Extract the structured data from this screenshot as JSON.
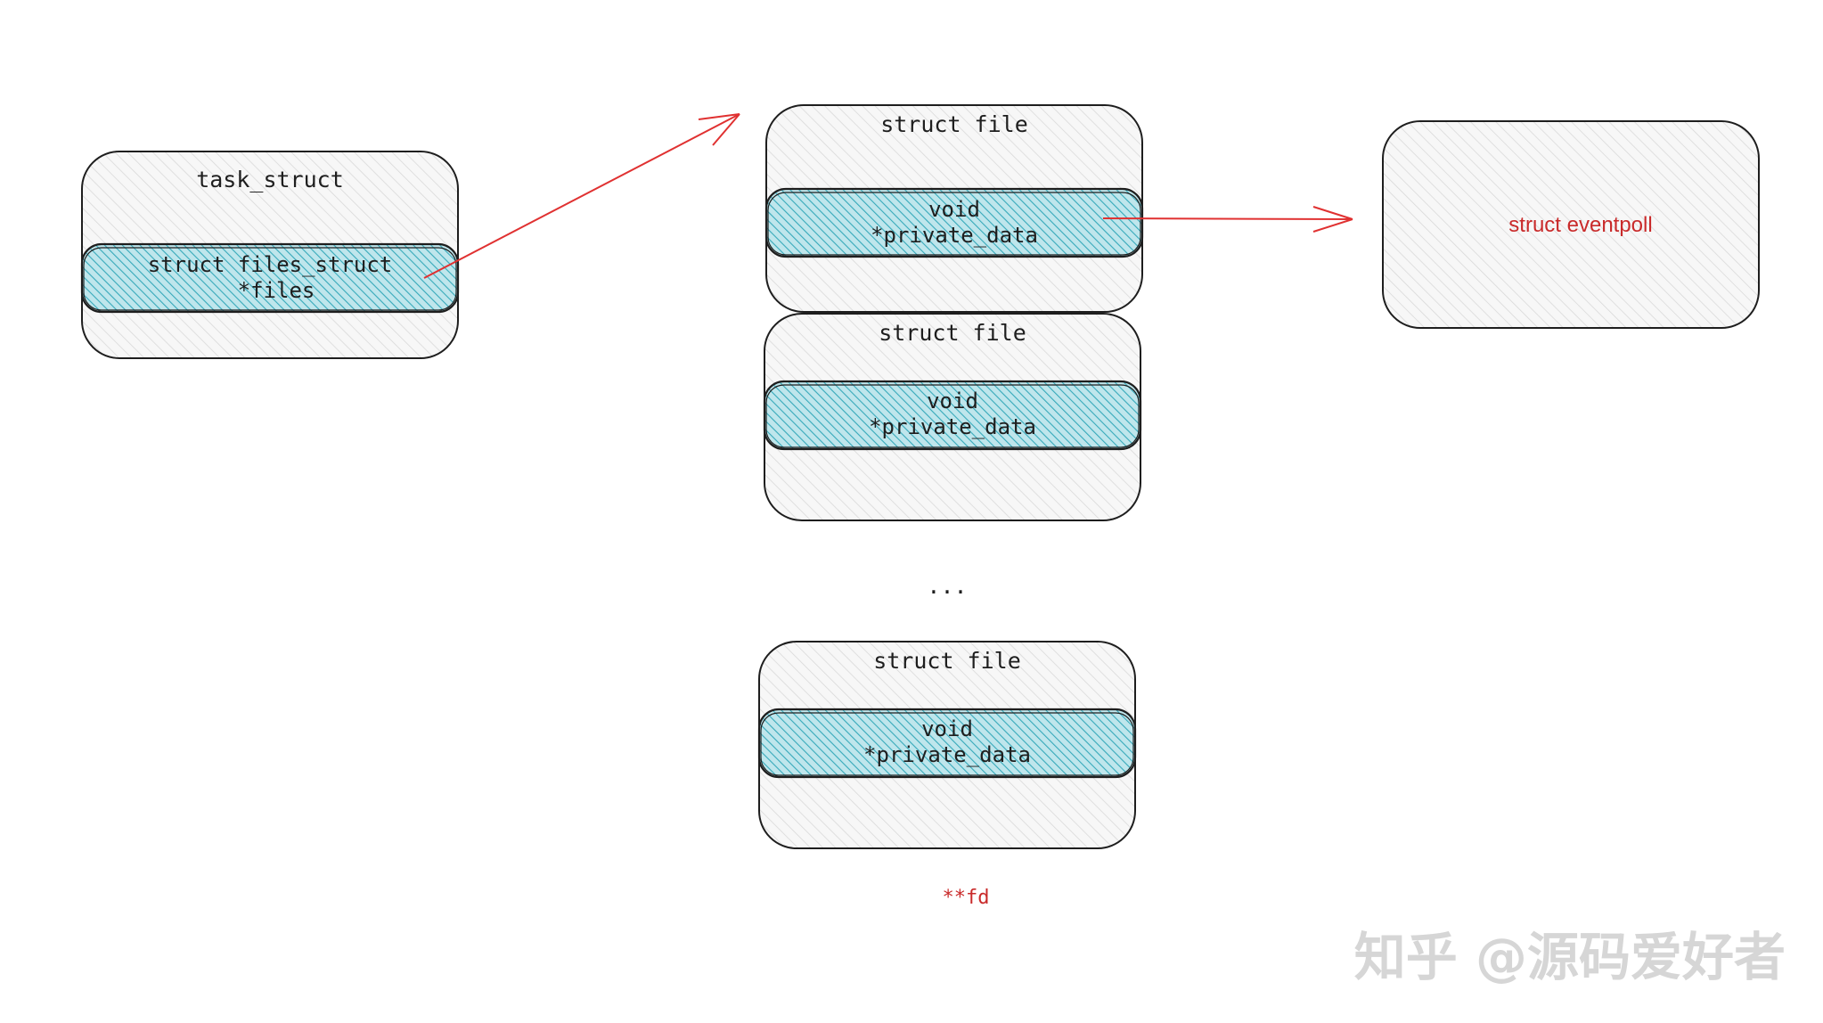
{
  "task_struct": {
    "title": "task_struct",
    "field_line1": "struct files_struct",
    "field_line2": "*files"
  },
  "files": [
    {
      "title": "struct file",
      "field_line1": "void",
      "field_line2": "*private_data"
    },
    {
      "title": "struct file",
      "field_line1": "void",
      "field_line2": "*private_data"
    },
    {
      "title": "struct file",
      "field_line1": "void",
      "field_line2": "*private_data"
    }
  ],
  "ellipsis": "...",
  "fd_label": "**fd",
  "eventpoll": {
    "label": "struct eventpoll"
  },
  "watermark": "知乎 @源码爱好者",
  "colors": {
    "box_fill": "#f4f4f4",
    "box_stroke": "#1e1e1e",
    "field_fill": "#a5d8e0",
    "field_hatch": "#3bafc0",
    "arrow": "#e03131",
    "red_text": "#c92a2a"
  }
}
